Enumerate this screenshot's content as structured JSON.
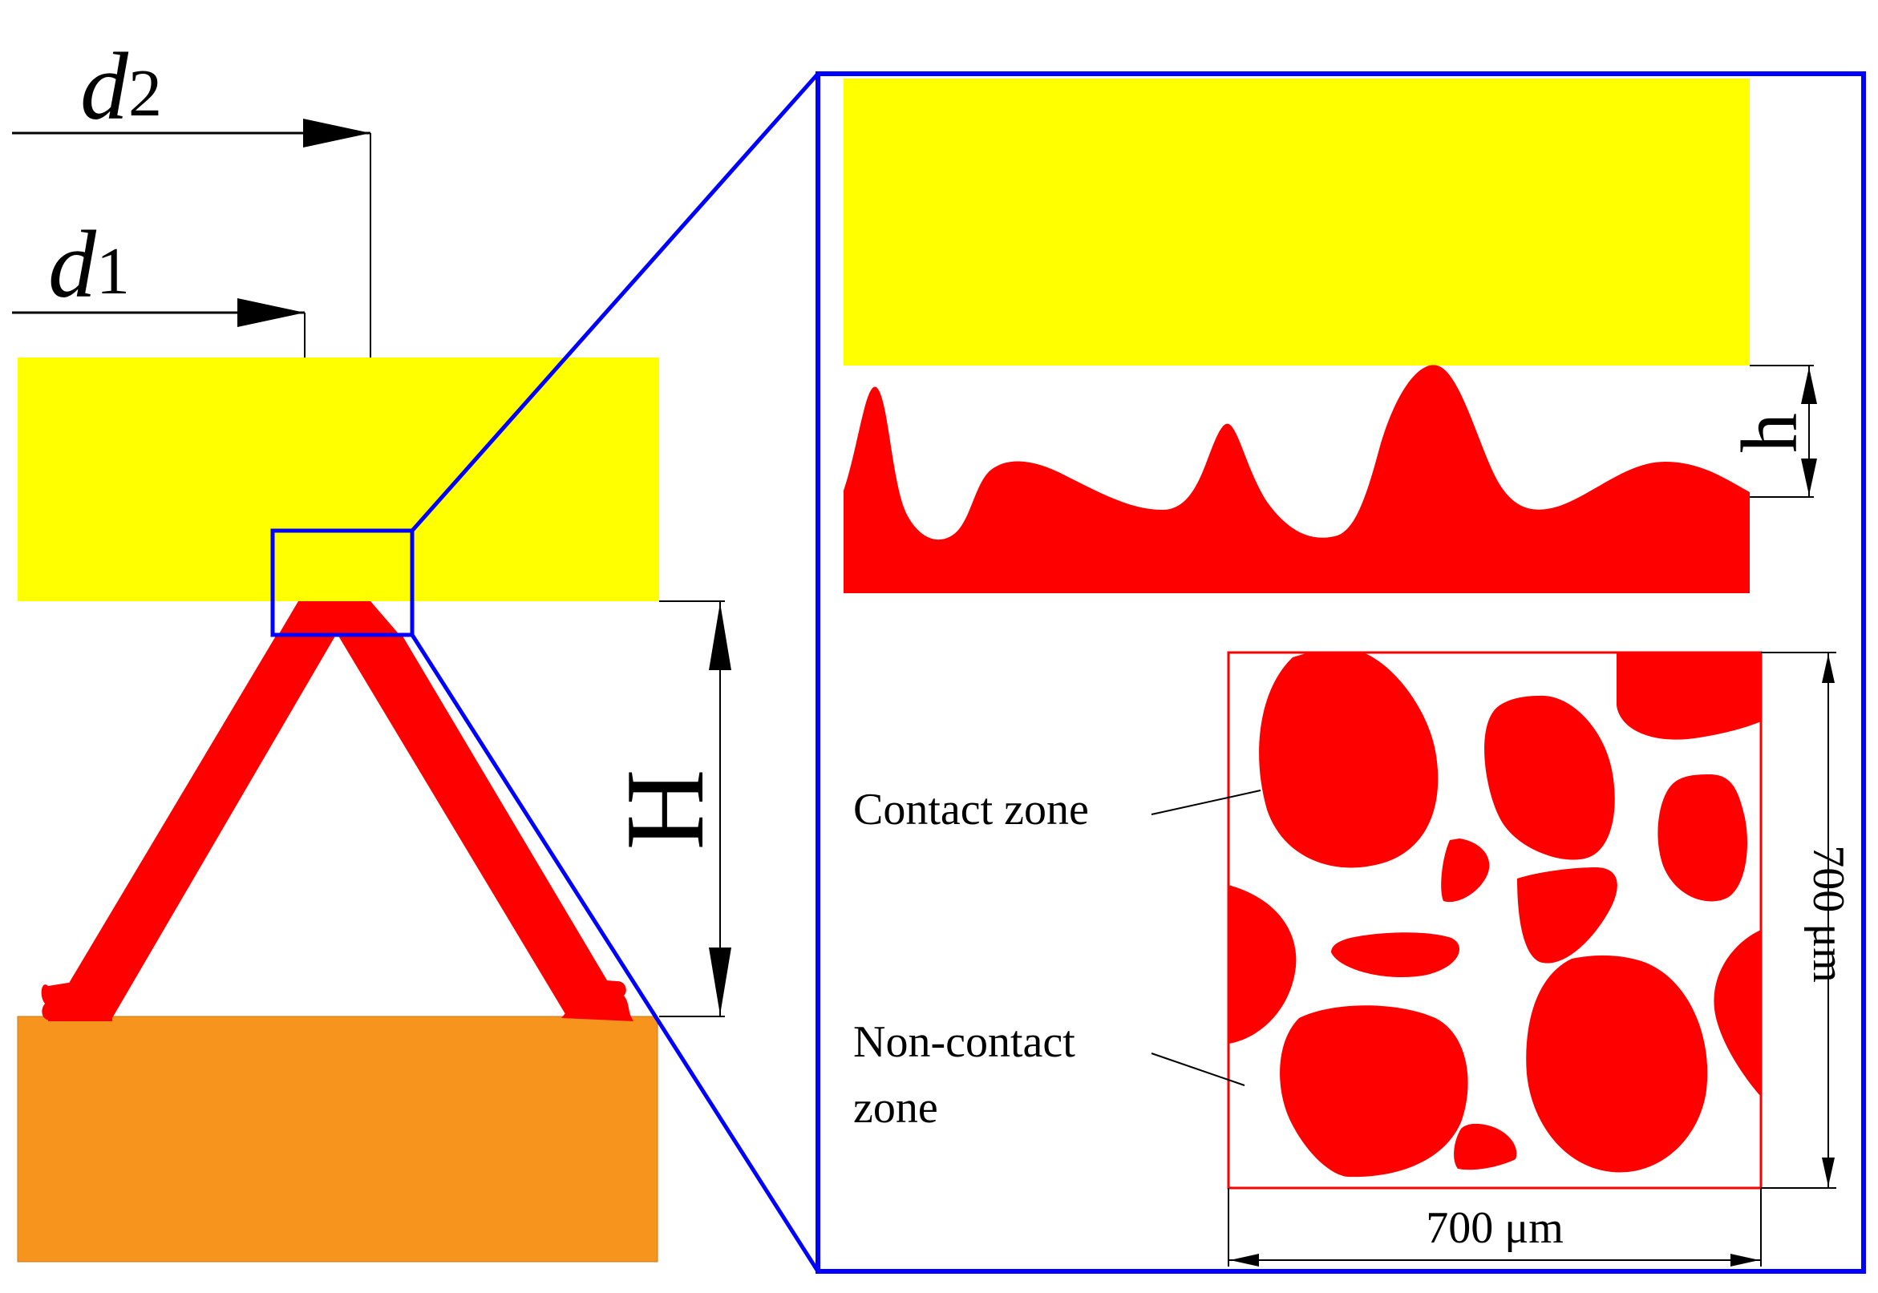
{
  "labels": {
    "d2_letter": "d",
    "d2_sub": "2",
    "d1_letter": "d",
    "d1_sub": "1",
    "H": "H",
    "h": "h",
    "contact_zone": "Contact zone",
    "non_contact_line1": "Non-contact",
    "non_contact_line2": "zone",
    "dim_vertical": "700 μm",
    "dim_horizontal": "700 μm"
  },
  "colors": {
    "upper_plate": "#FFFF00",
    "lower_plate": "#F7941D",
    "tip": "#FF0000",
    "zoom_frame": "#0000FF",
    "contact_square_border": "#FF0000",
    "line": "#000000"
  }
}
